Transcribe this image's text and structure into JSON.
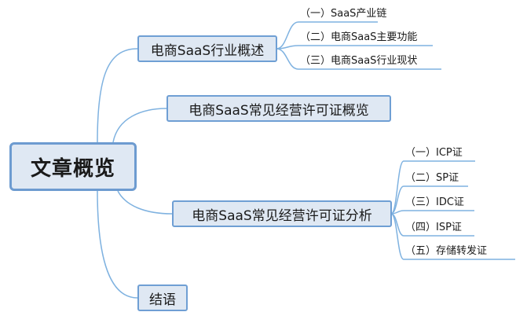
{
  "mindmap": {
    "root": {
      "label": "文章概览"
    },
    "branches": [
      {
        "label": "电商SaaS行业概述",
        "children": [
          {
            "label": "（一）SaaS产业链"
          },
          {
            "label": "（二）电商SaaS主要功能"
          },
          {
            "label": "（三）电商SaaS行业现状"
          }
        ]
      },
      {
        "label": "电商SaaS常见经营许可证概览",
        "children": []
      },
      {
        "label": "电商SaaS常见经营许可证分析",
        "children": [
          {
            "label": "（一）ICP证"
          },
          {
            "label": "（二）SP证"
          },
          {
            "label": "（三）IDC证"
          },
          {
            "label": "（四）ISP证"
          },
          {
            "label": "（五）存储转发证"
          }
        ]
      },
      {
        "label": "结语",
        "children": []
      }
    ]
  },
  "colors": {
    "connector": "#7fb2e0",
    "node_fill": "#dfe8f3",
    "node_border": "#6f9fd4",
    "text": "#1a1a1a"
  }
}
